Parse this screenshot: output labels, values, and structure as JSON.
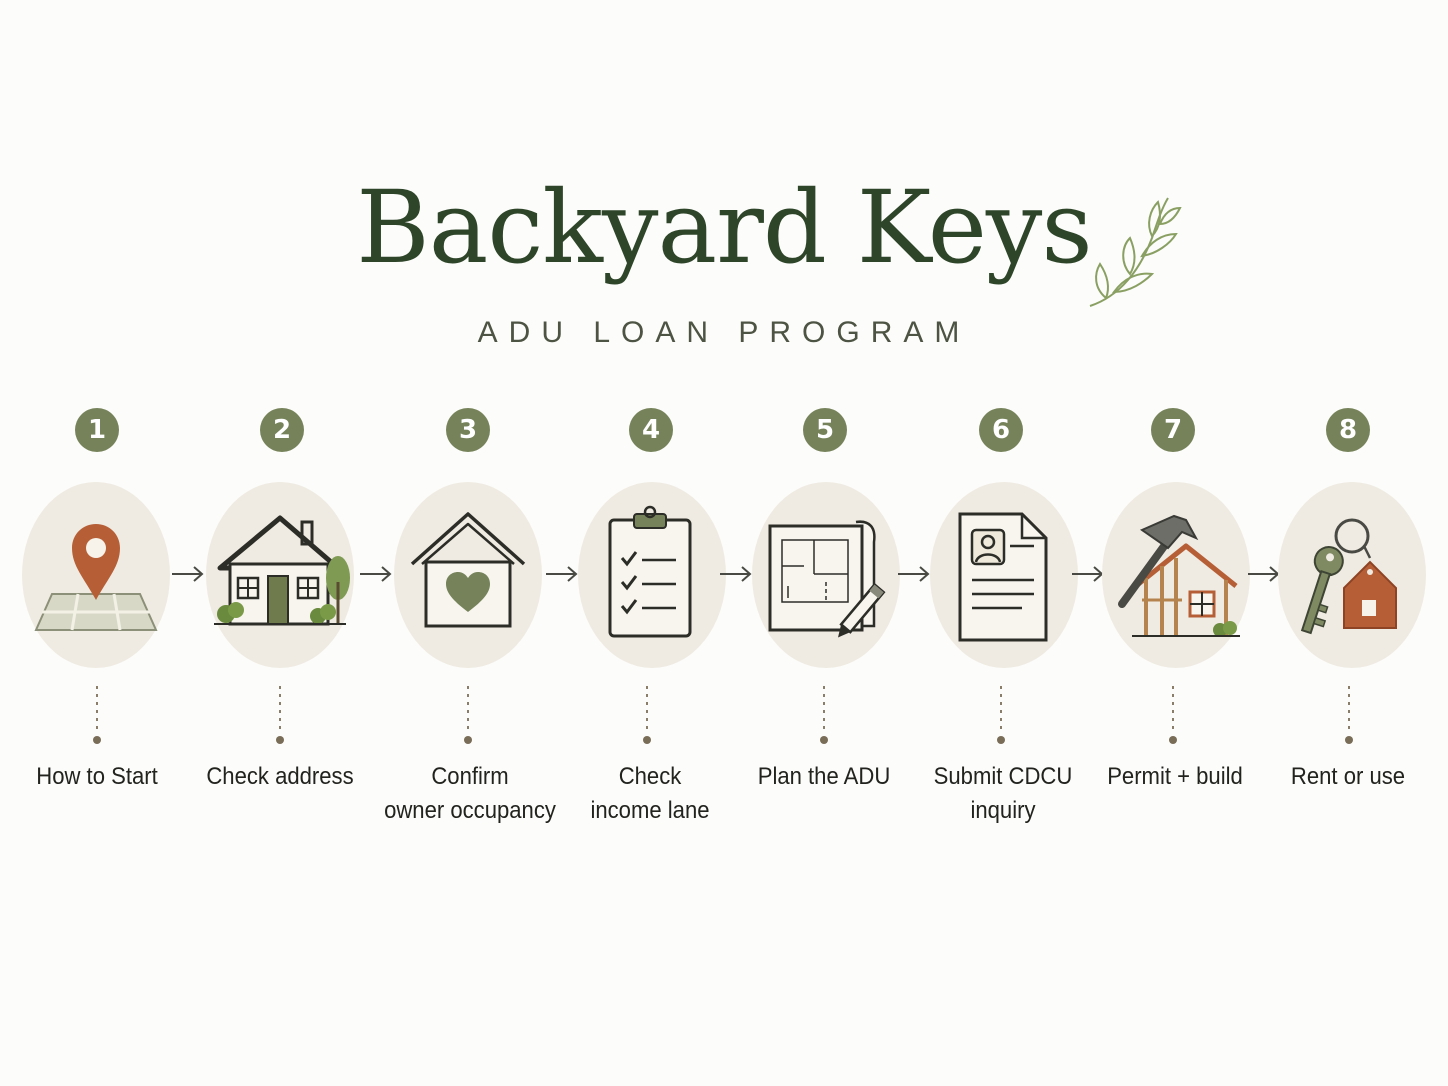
{
  "header": {
    "title": "Backyard Keys",
    "subtitle": "ADU LOAN PROGRAM"
  },
  "colors": {
    "background": "#fcfcfa",
    "title_green": "#2e4529",
    "badge_green": "#76835a",
    "circle_fill": "#efebe2",
    "accent_orange": "#b65f37",
    "leaf_green": "#6f8c4a"
  },
  "steps": [
    {
      "number": "1",
      "line1": "How to Start",
      "line2": "",
      "icon": "map-pin-icon"
    },
    {
      "number": "2",
      "line1": "Check address",
      "line2": "",
      "icon": "house-icon"
    },
    {
      "number": "3",
      "line1": "Confirm",
      "line2": "owner occupancy",
      "icon": "house-heart-icon"
    },
    {
      "number": "4",
      "line1": "Check",
      "line2": "income lane",
      "icon": "clipboard-checklist-icon"
    },
    {
      "number": "5",
      "line1": "Plan the ADU",
      "line2": "",
      "icon": "blueprint-pencil-icon"
    },
    {
      "number": "6",
      "line1": "Submit CDCU",
      "line2": "inquiry",
      "icon": "application-document-icon"
    },
    {
      "number": "7",
      "line1": "Permit + build",
      "line2": "",
      "icon": "hammer-construction-icon"
    },
    {
      "number": "8",
      "line1": "Rent or use",
      "line2": "",
      "icon": "keys-icon"
    }
  ]
}
